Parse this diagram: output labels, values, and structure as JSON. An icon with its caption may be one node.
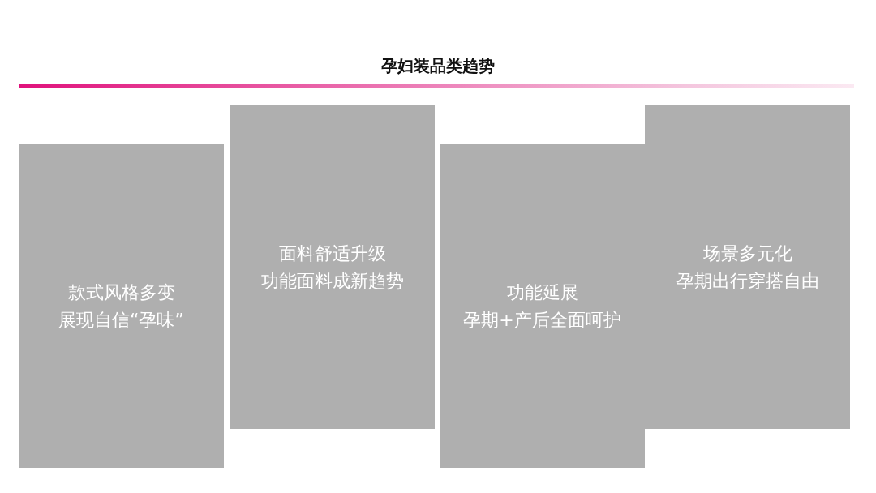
{
  "diagram": {
    "title": "孕妇装品类趋势",
    "nodes": [
      {
        "text": [
          "款式风格多变",
          "展现自信“孕味”"
        ]
      },
      {
        "text": [
          "面料舒适升级",
          "功能面料成新趋势"
        ]
      },
      {
        "text": [
          "功能延展",
          "孕期+产后全面呵护"
        ]
      },
      {
        "text": [
          "场景多元化",
          "孕期出行穿搭自由"
        ]
      }
    ]
  }
}
